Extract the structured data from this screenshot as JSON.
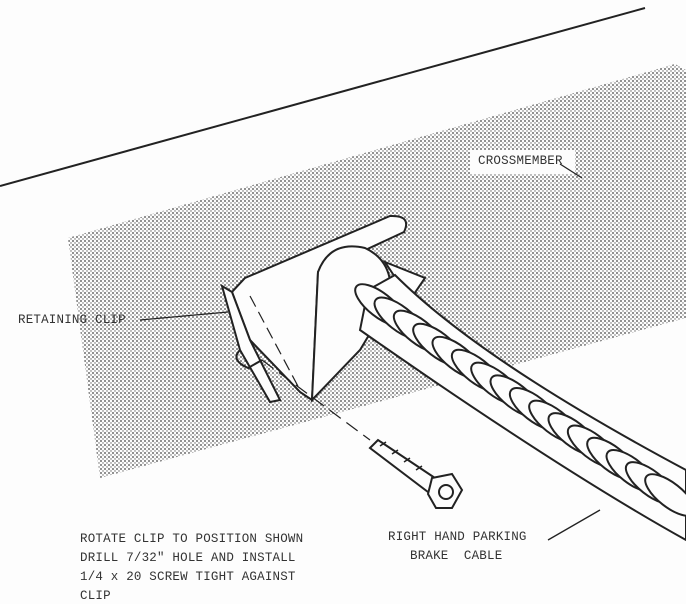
{
  "labels": {
    "crossmember": "CROSSMEMBER",
    "retaining_clip": "RETAINING CLIP",
    "cable_line1": "RIGHT HAND PARKING",
    "cable_line2": "BRAKE  CABLE",
    "instructions": [
      "ROTATE CLIP TO POSITION SHOWN",
      "DRILL 7/32\" HOLE AND INSTALL",
      "1/4 x 20 SCREW TIGHT AGAINST",
      "CLIP"
    ]
  },
  "colors": {
    "ink": "#2a2a2a",
    "paper": "#fdfdfd"
  }
}
